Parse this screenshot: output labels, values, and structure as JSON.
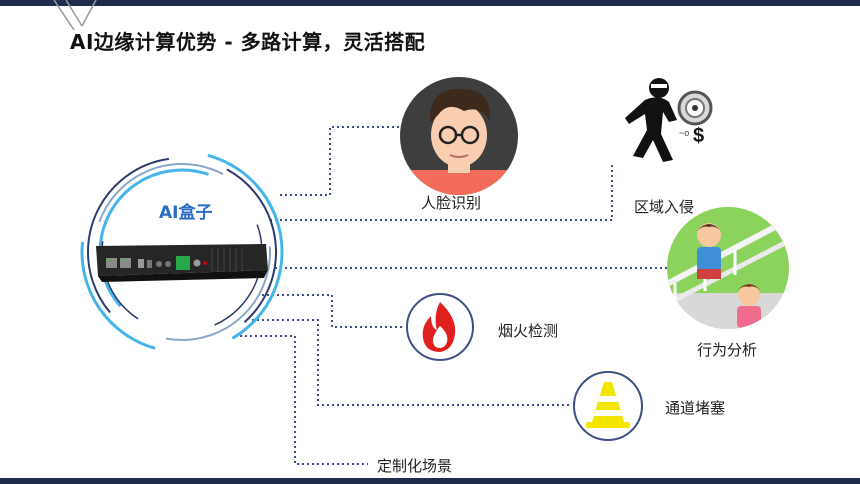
{
  "title": "AI边缘计算优势 - 多路计算，灵活搭配",
  "hub": {
    "label": "AI盒子"
  },
  "nodes": [
    {
      "label": "人脸识别",
      "icon": "face-avatar-icon"
    },
    {
      "label": "区域入侵",
      "icon": "intruder-icon"
    },
    {
      "label": "行为分析",
      "icon": "children-playground-icon"
    },
    {
      "label": "烟火检测",
      "icon": "flame-icon"
    },
    {
      "label": "通道堵塞",
      "icon": "traffic-cone-icon"
    },
    {
      "label": "定制化场景",
      "icon": ""
    }
  ],
  "colors": {
    "header_bar": "#1f2b4d",
    "connector": "#3d4f85",
    "hub_text": "#2a6bc6",
    "ring_light": "#45b4ea",
    "ring_dark": "#2d3a6b",
    "flame": "#e0201c",
    "cone": "#f2e600"
  }
}
